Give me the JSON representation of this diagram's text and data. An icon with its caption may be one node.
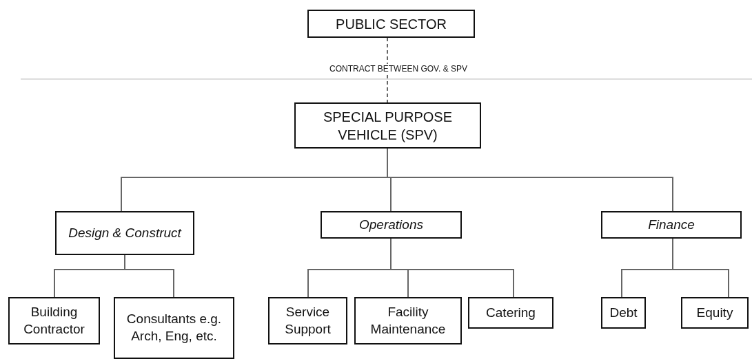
{
  "diagram": {
    "nodes": [
      {
        "text": [
          "PUBLIC SECTOR"
        ]
      },
      {
        "text": [
          "SPECIAL PURPOSE VEHICLE (SPV)"
        ]
      },
      {
        "text": [
          "Design & Construct"
        ]
      },
      {
        "text": [
          "Operations"
        ]
      },
      {
        "text": [
          "Finance"
        ]
      },
      {
        "text": [
          "Building Contractor"
        ]
      },
      {
        "text": [
          "Consultants e.g. Arch, Eng, etc."
        ]
      },
      {
        "text": [
          "Service Support"
        ]
      },
      {
        "text": [
          "Facility Maintenance"
        ]
      },
      {
        "text": [
          "Catering"
        ]
      },
      {
        "text": [
          "Debt"
        ]
      },
      {
        "text": [
          "Equity"
        ]
      }
    ],
    "edges": [
      {
        "from": 0,
        "to": 1,
        "arrow": "none",
        "style": "dashed",
        "label": "CONTRACT BETWEEN GOV. & SPV"
      },
      {
        "from": 1,
        "to": 2,
        "arrow": "none"
      },
      {
        "from": 1,
        "to": 3,
        "arrow": "none"
      },
      {
        "from": 1,
        "to": 4,
        "arrow": "none"
      },
      {
        "from": 2,
        "to": 5,
        "arrow": "none"
      },
      {
        "from": 2,
        "to": 6,
        "arrow": "none"
      },
      {
        "from": 3,
        "to": 7,
        "arrow": "none"
      },
      {
        "from": 3,
        "to": 8,
        "arrow": "none"
      },
      {
        "from": 3,
        "to": 9,
        "arrow": "none"
      },
      {
        "from": 4,
        "to": 10,
        "arrow": "none"
      },
      {
        "from": 4,
        "to": 11,
        "arrow": "none"
      }
    ]
  }
}
